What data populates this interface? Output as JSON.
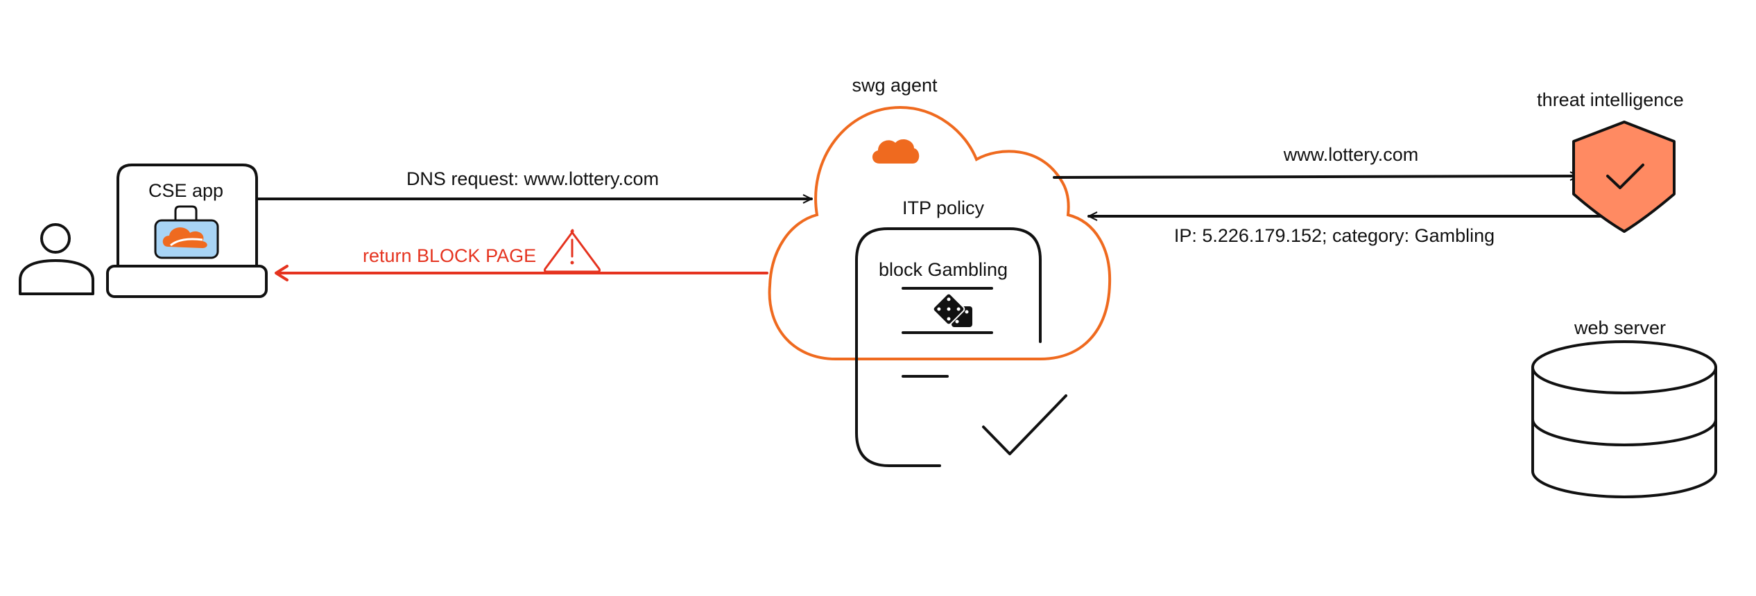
{
  "labels": {
    "cse_app": "CSE app",
    "dns_request": "DNS request: www.lottery.com",
    "return_block": "return BLOCK PAGE",
    "swg_agent": "swg agent",
    "itp_policy": "ITP policy",
    "block_gambling": "block Gambling",
    "lookup_domain": "www.lottery.com",
    "threat_intel": "threat intelligence",
    "intel_response": "IP: 5.226.179.152; category: Gambling",
    "web_server": "web server"
  },
  "colors": {
    "ink": "#111111",
    "accent_orange": "#ef6a1f",
    "alert_red": "#e5331f",
    "shield_fill": "#ff8a62",
    "app_icon_bg": "#a8d4f5"
  },
  "icons": [
    "user-icon",
    "laptop-icon",
    "cloud-app-icon",
    "warning-icon",
    "cloud-icon",
    "dice-icon",
    "checkmark-icon",
    "shield-icon",
    "database-icon"
  ]
}
